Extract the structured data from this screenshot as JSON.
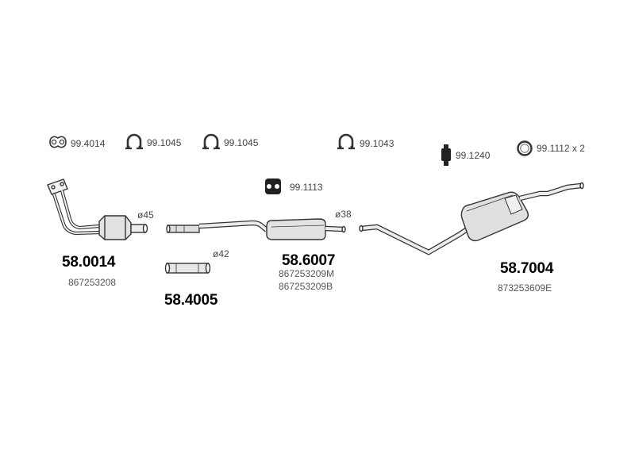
{
  "accessories": {
    "a1": "99.4014",
    "a2": "99.1045",
    "a3": "99.1045",
    "a4": "99.1043",
    "a5": "99.1240",
    "a6": "99.1112 x 2",
    "a7": "99.1113"
  },
  "parts": {
    "front_pipe": {
      "number": "58.0014",
      "oem": "867253208",
      "diameter": "ø45"
    },
    "connector": {
      "number": "58.4005",
      "diameter": "ø42"
    },
    "middle": {
      "number": "58.6007",
      "oem1": "867253209M",
      "oem2": "867253209B",
      "diameter": "ø38"
    },
    "rear": {
      "number": "58.7004",
      "oem": "873253609E"
    }
  },
  "colors": {
    "line": "#333333",
    "fill": "#e4e4e4",
    "dark": "#222222"
  }
}
